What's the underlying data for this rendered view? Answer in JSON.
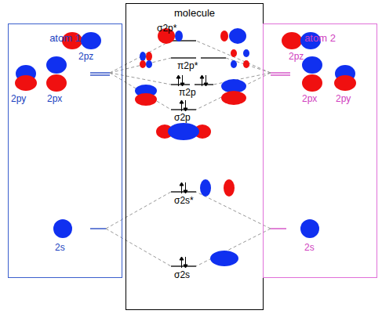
{
  "diagram": {
    "nodes": [
      {
        "text": [
          "atom 1"
        ]
      },
      {
        "text": [
          "molecule"
        ]
      },
      {
        "text": [
          "atom 2"
        ]
      }
    ],
    "labels": [
      "2pz",
      "2py",
      "2px",
      "2s",
      "σ2p*",
      "π2p*",
      "π2p",
      "σ2p",
      "σ2s*",
      "σ2s",
      "2pz",
      "2px",
      "2py",
      "2s"
    ]
  }
}
